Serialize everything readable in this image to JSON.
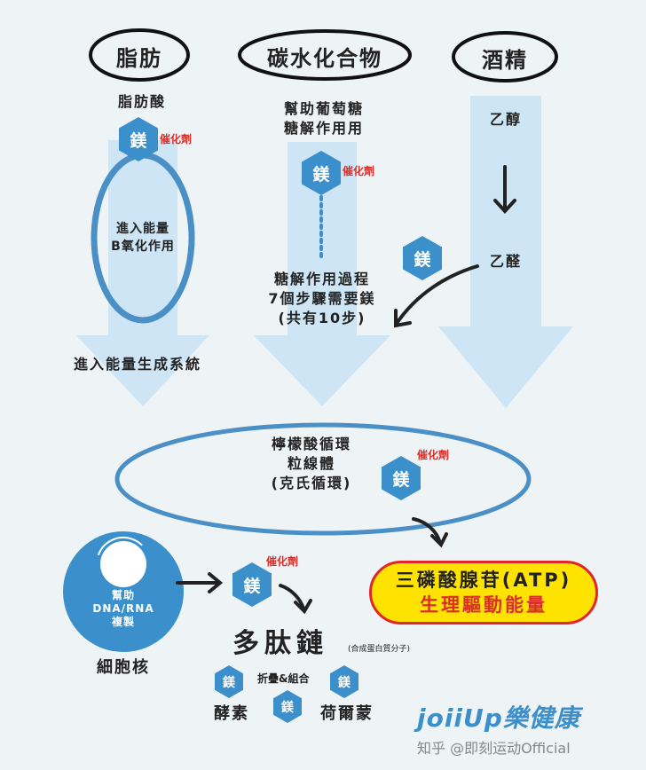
{
  "sources": {
    "fat": "脂肪",
    "carb": "碳水化合物",
    "alcohol": "酒精"
  },
  "fat_path": {
    "input": "脂肪酸",
    "oxidation_line1": "進入能量",
    "oxidation_line2": "B氧化作用",
    "output": "進入能量生成系統"
  },
  "carb_path": {
    "help_line1": "幫助葡萄糖",
    "help_line2": "糖解作用用",
    "process_line1": "糖解作用過程",
    "process_line2": "7個步驟需要鎂",
    "process_line3": "(共有10步)"
  },
  "alcohol_path": {
    "step1": "乙醇",
    "step2": "乙醛"
  },
  "cycle": {
    "line1": "檸檬酸循環",
    "line2": "粒線體",
    "line3": "(克氏循環)"
  },
  "atp": {
    "line1": "三磷酸腺苷(ATP)",
    "line2": "生理驅動能量"
  },
  "nucleus": {
    "help_line1": "幫助",
    "help_line2": "DNA/RNA",
    "help_line3": "複製",
    "label": "細胞核"
  },
  "synthesis": {
    "title": "多肽鏈",
    "note": "(合成蛋白質分子)",
    "fold": "折疊&組合",
    "enzyme": "酵素",
    "hormone": "荷爾蒙"
  },
  "mg": "鎂",
  "catalyst": "催化劑",
  "brand": {
    "logo": "joiiUp樂健康",
    "watermark": "知乎 @即刻运动Official"
  },
  "colors": {
    "accent": "#3b8fca",
    "arrow": "#cde5f5",
    "ring": "#4a90c6",
    "atp_fill": "#ffe300",
    "atp_border": "#e02626",
    "catalyst": "#d9302a"
  }
}
